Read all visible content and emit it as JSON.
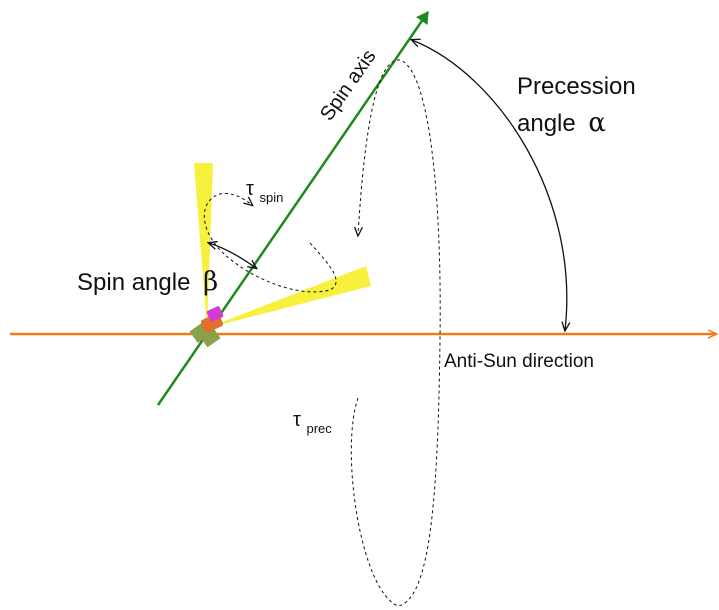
{
  "labels": {
    "spin_axis": "Spin axis",
    "precession_angle": "Precession",
    "precession_angle_line2": "angle",
    "alpha": "α",
    "spin_angle": "Spin angle",
    "beta": "β",
    "anti_sun": "Anti-Sun direction",
    "tau_spin_symbol": "τ",
    "tau_spin_sub": "spin",
    "tau_prec_symbol": "τ",
    "tau_prec_sub": "prec"
  },
  "colors": {
    "spin_axis": "#1e8a1e",
    "anti_sun": "#f07a1e",
    "beam": "#f7f03c",
    "arc": "#111111",
    "satellite_body": "#e2702a",
    "satellite_top": "#d23cd2",
    "satellite_panel": "#8aa04a"
  },
  "icons": {
    "satellite": "satellite-icon"
  }
}
